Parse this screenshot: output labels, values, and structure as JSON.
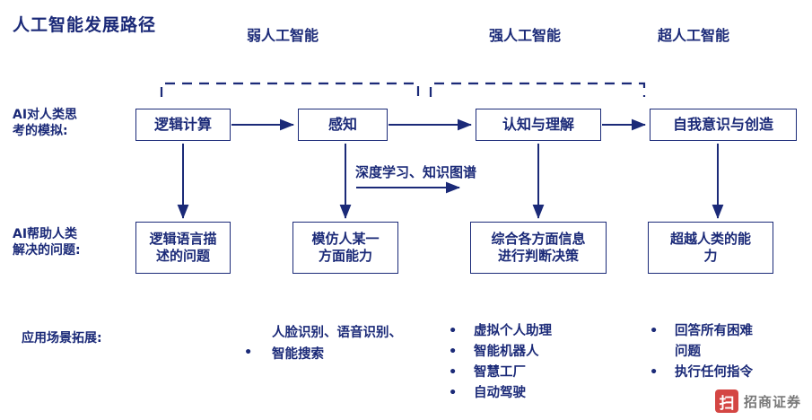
{
  "title": "人工智能发展路径",
  "phases": [
    {
      "label": "弱人工智能"
    },
    {
      "label": "强人工智能"
    },
    {
      "label": "超人工智能"
    }
  ],
  "row_labels": {
    "row1": "AI对人类思\n考的模拟:",
    "row2": "AI帮助人类\n解决的问题:",
    "row3": "应用场景拓展:"
  },
  "row1_boxes": [
    {
      "label": "逻辑计算"
    },
    {
      "label": "感知"
    },
    {
      "label": "认知与理解"
    },
    {
      "label": "自我意识与创造"
    }
  ],
  "row2_boxes": [
    {
      "label": "逻辑语言描\n述的问题"
    },
    {
      "label": "模仿人某一\n方面能力"
    },
    {
      "label": "综合各方面信息\n进行判断决策"
    },
    {
      "label": "超越人类的能\n力"
    }
  ],
  "annotation": "深度学习、知识图谱",
  "applications": [
    {
      "items": [
        "人脸识别、语音识别、",
        "智能搜索"
      ]
    },
    {
      "items": [
        "虚拟个人助理",
        "智能机器人",
        "智慧工厂",
        "自动驾驶"
      ]
    },
    {
      "items": [
        "回答所有困难",
        "问题",
        "执行任何指令"
      ]
    }
  ],
  "watermark": {
    "mark": "扫",
    "text": "招商证券"
  },
  "colors": {
    "ink": "#1b2a78",
    "line": "#1b2a78",
    "bg": "#ffffff"
  }
}
